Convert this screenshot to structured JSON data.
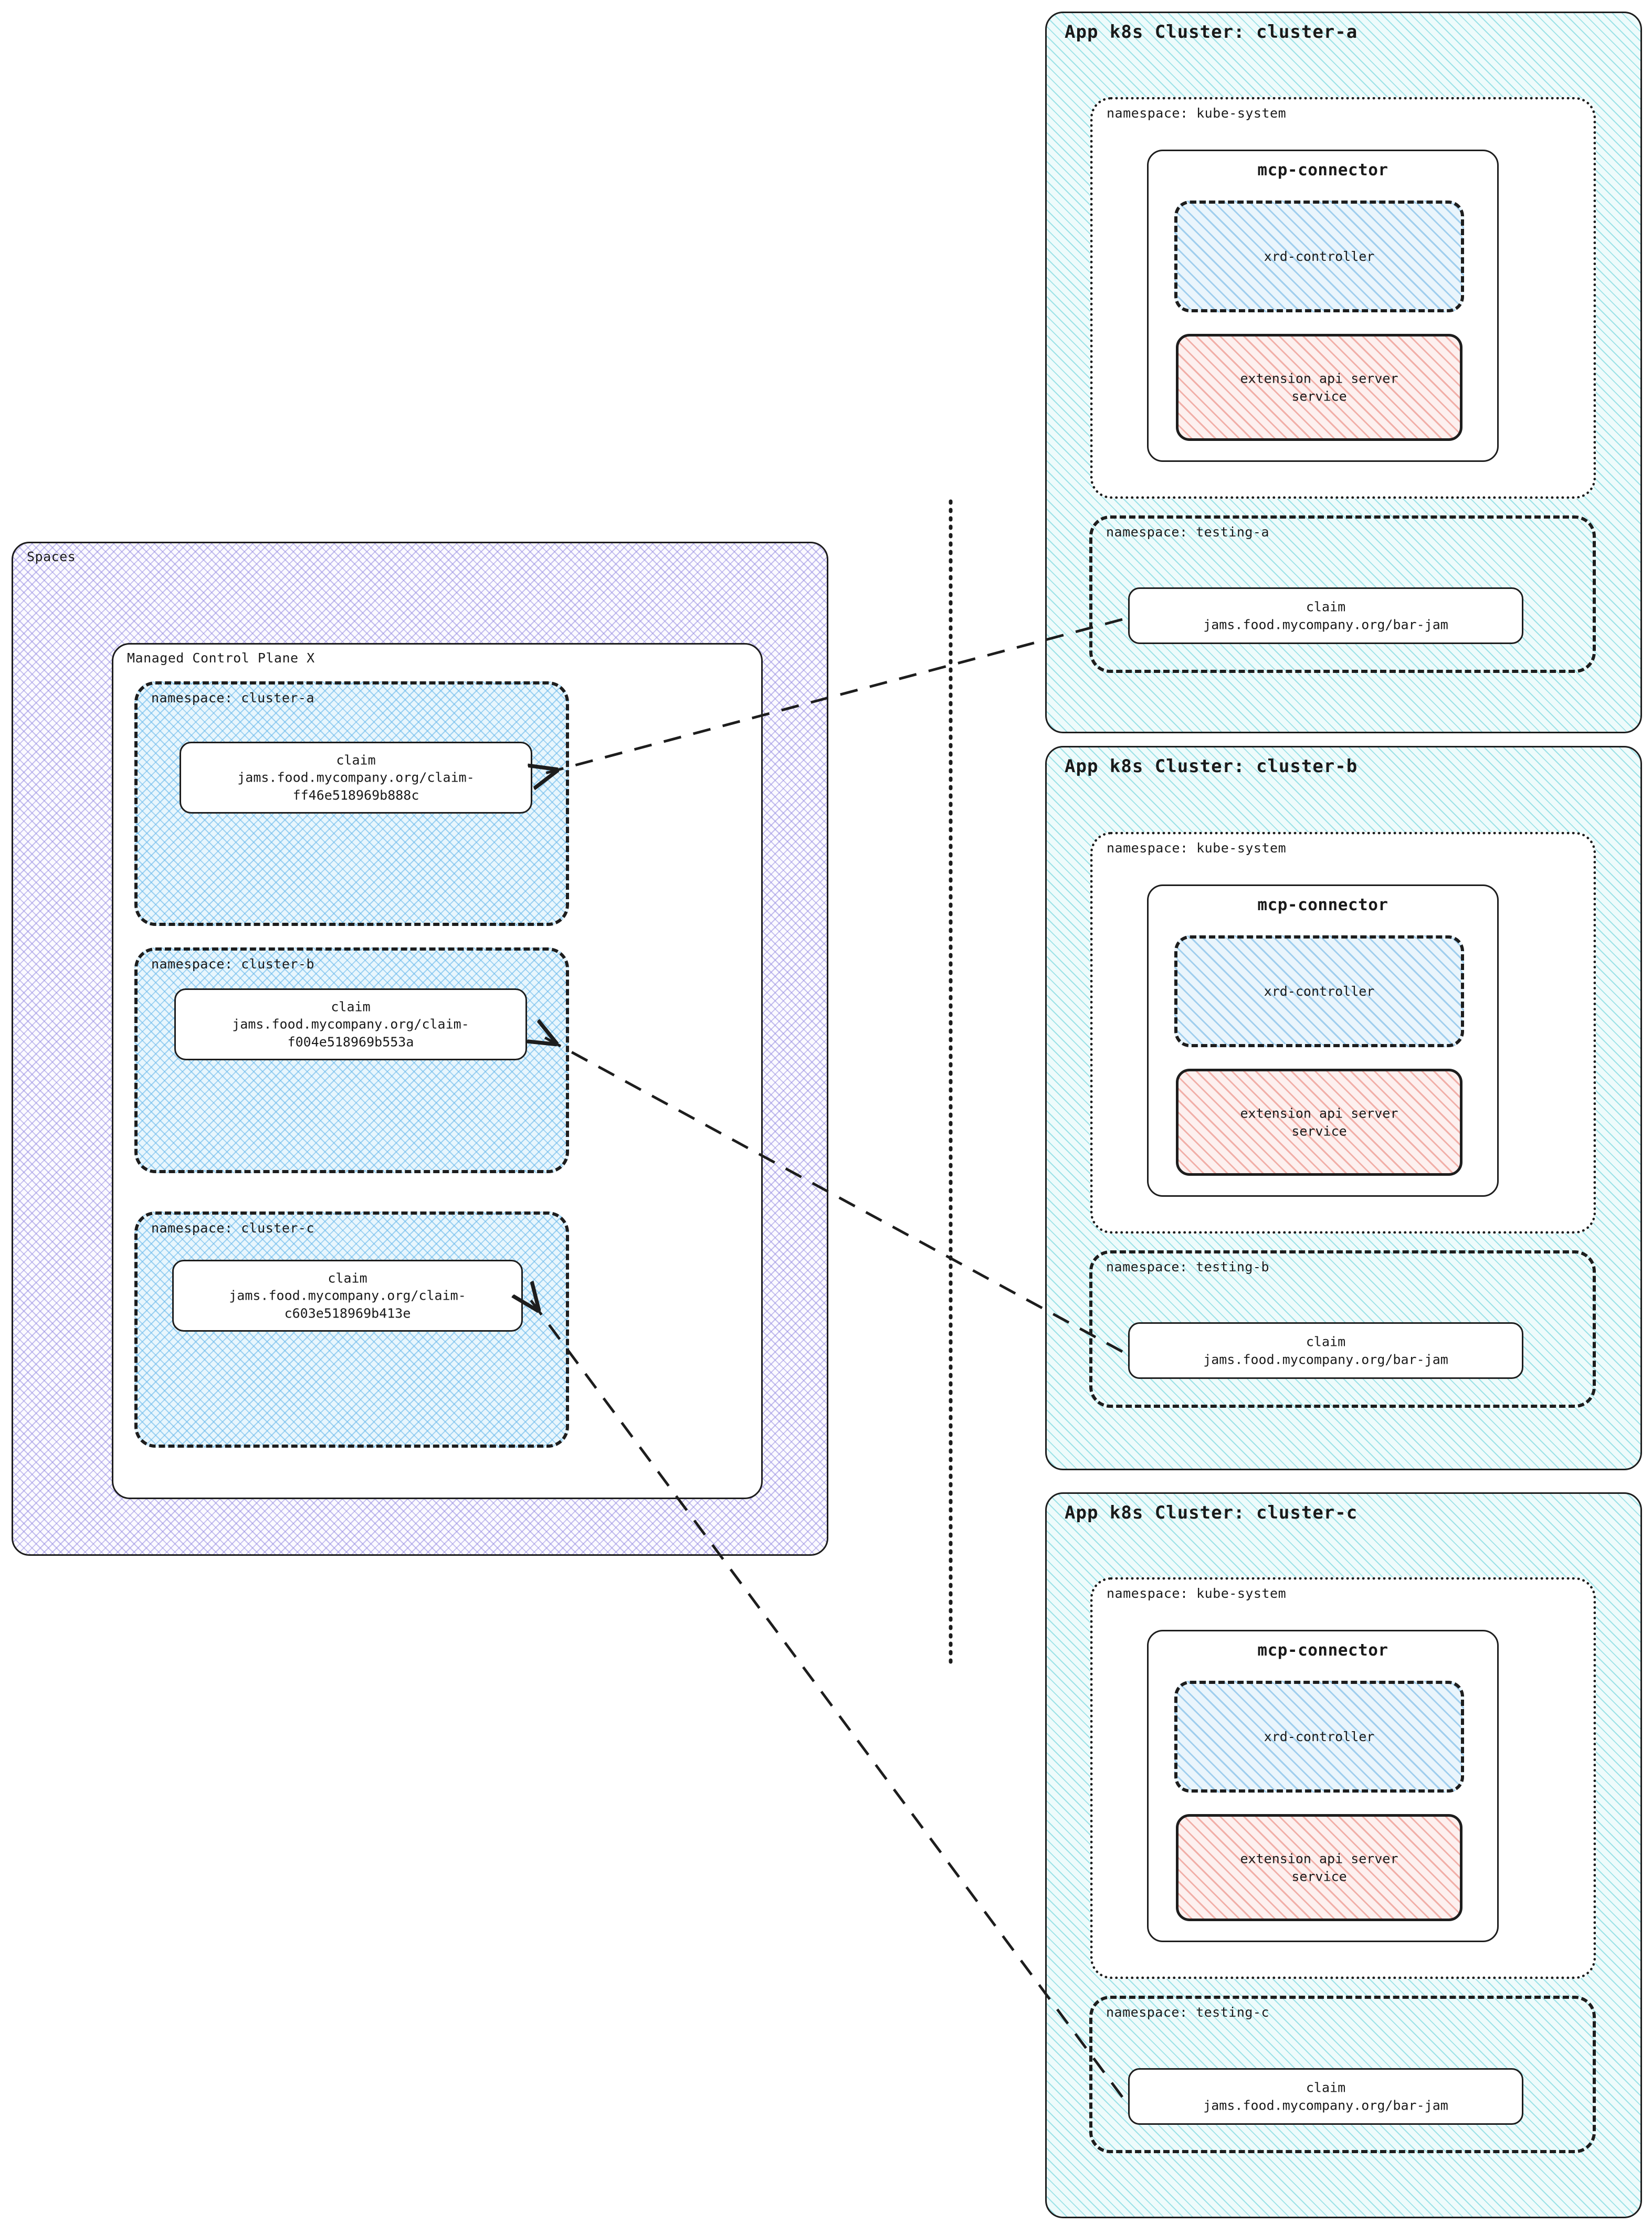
{
  "spaces": {
    "title": "Spaces",
    "control_plane": {
      "title": "Managed Control Plane X",
      "namespaces": [
        {
          "label": "namespace: cluster-a",
          "claim": {
            "kind": "claim",
            "ref": "jams.food.mycompany.org/claim-\nff46e518969b888c"
          }
        },
        {
          "label": "namespace: cluster-b",
          "claim": {
            "kind": "claim",
            "ref": "jams.food.mycompany.org/claim-\nf004e518969b553a"
          }
        },
        {
          "label": "namespace: cluster-c",
          "claim": {
            "kind": "claim",
            "ref": "jams.food.mycompany.org/claim-\nc603e518969b413e"
          }
        }
      ]
    }
  },
  "clusters": [
    {
      "title": "App k8s Cluster: cluster-a",
      "kube_system": {
        "label": "namespace: kube-system",
        "mcp_connector": {
          "title": "mcp-connector",
          "xrd_controller": "xrd-controller",
          "extension_api": "extension api server\nservice"
        }
      },
      "testing": {
        "label": "namespace: testing-a",
        "claim": {
          "kind": "claim",
          "ref": "jams.food.mycompany.org/bar-jam"
        }
      }
    },
    {
      "title": "App k8s Cluster: cluster-b",
      "kube_system": {
        "label": "namespace: kube-system",
        "mcp_connector": {
          "title": "mcp-connector",
          "xrd_controller": "xrd-controller",
          "extension_api": "extension api server\nservice"
        }
      },
      "testing": {
        "label": "namespace: testing-b",
        "claim": {
          "kind": "claim",
          "ref": "jams.food.mycompany.org/bar-jam"
        }
      }
    },
    {
      "title": "App k8s Cluster: cluster-c",
      "kube_system": {
        "label": "namespace: kube-system",
        "mcp_connector": {
          "title": "mcp-connector",
          "xrd_controller": "xrd-controller",
          "extension_api": "extension api server\nservice"
        }
      },
      "testing": {
        "label": "namespace: testing-c",
        "claim": {
          "kind": "claim",
          "ref": "jams.food.mycompany.org/bar-jam"
        }
      }
    }
  ],
  "colors": {
    "spaces_hatch": "#968ce1",
    "cluster_hatch": "#5acdd7",
    "namespace_hatch": "#69b9eb",
    "xrd_hatch": "#78b9e6",
    "api_hatch": "#eb8c82",
    "stroke": "#1d1d1d"
  }
}
